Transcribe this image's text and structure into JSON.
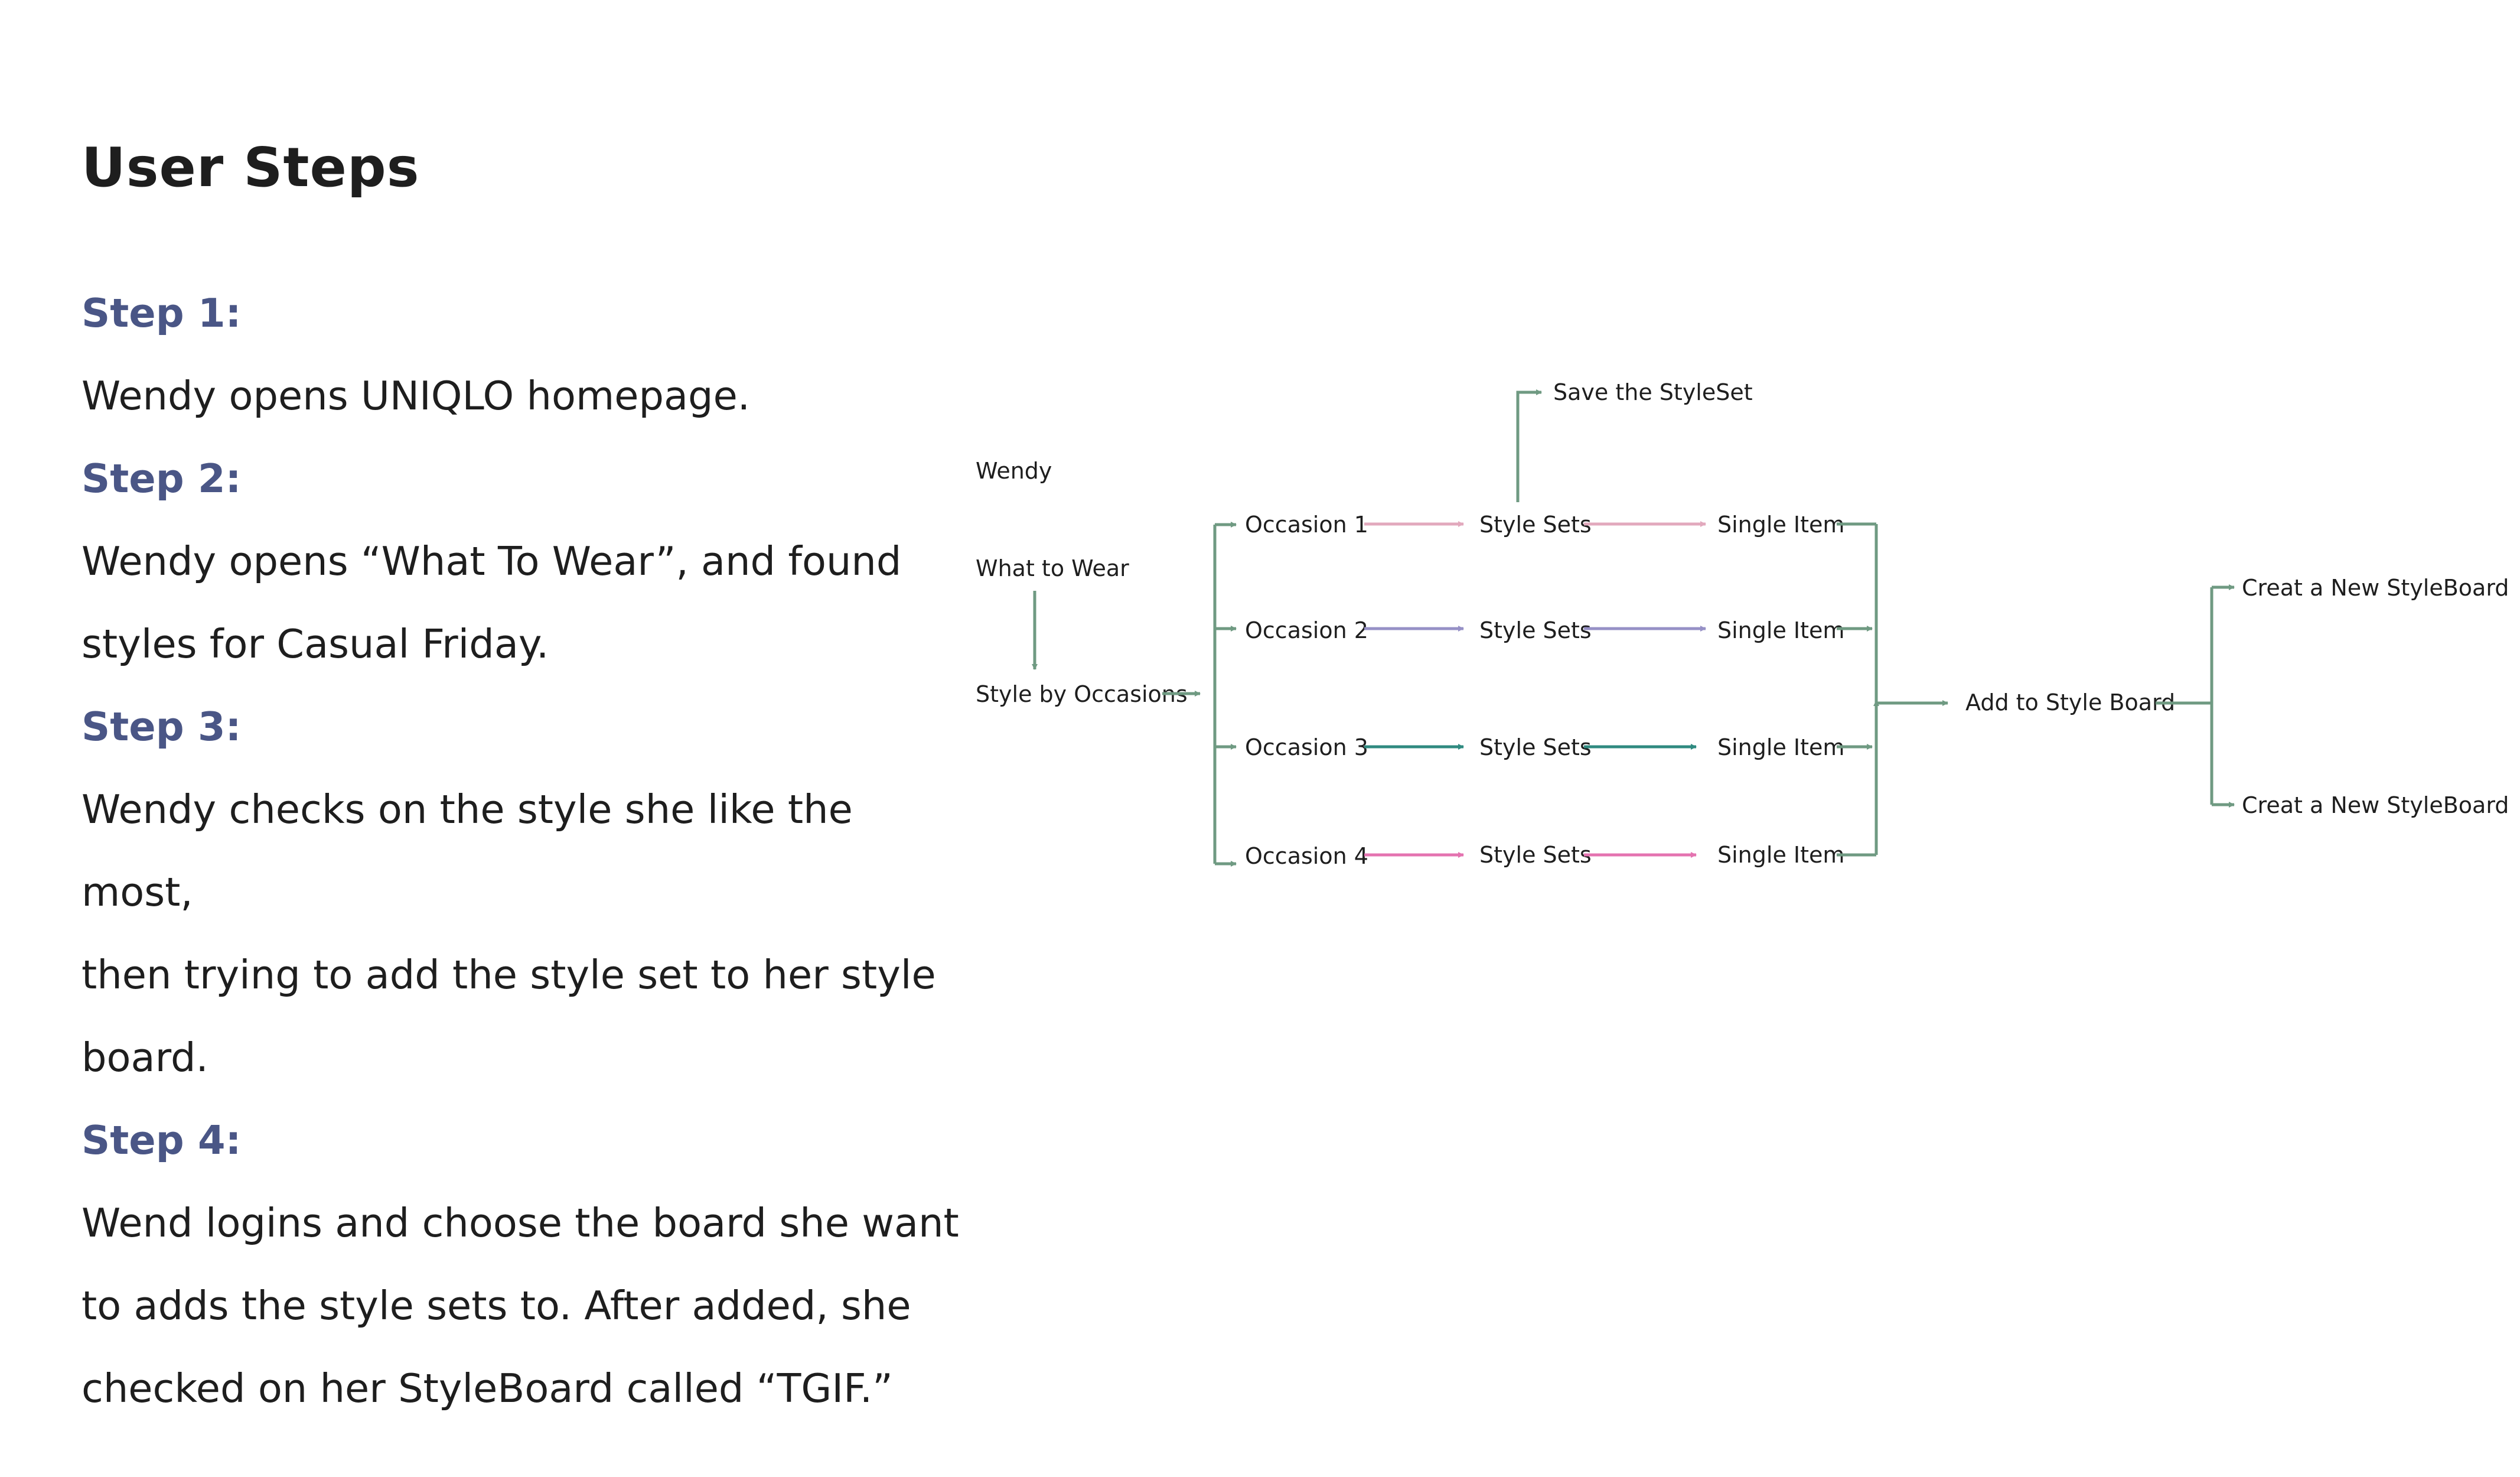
{
  "page": {
    "title": "User Steps"
  },
  "steps": [
    {
      "heading": "Step 1:",
      "lines": [
        "Wendy opens UNIQLO homepage."
      ]
    },
    {
      "heading": "Step 2:",
      "lines": [
        "Wendy opens “What To Wear”, and found",
        "styles for Casual Friday."
      ]
    },
    {
      "heading": "Step 3:",
      "lines": [
        "Wendy checks on the style she like the most,",
        "then trying to add the style set to her style",
        "board."
      ]
    },
    {
      "heading": "Step 4:",
      "lines": [
        "Wend logins and choose the board she want",
        "to adds the style sets to. After added, she",
        "checked on her StyleBoard called “TGIF.”"
      ]
    }
  ],
  "diagram": {
    "colors": {
      "main": "#6f9a82",
      "occasion1": "#e2a9bd",
      "occasion2": "#9690c6",
      "occasion3": "#2f8a80",
      "occasion4": "#e473b0",
      "heading": "#4a5686"
    },
    "nodes": {
      "wendy": "Wendy",
      "what_to_wear": "What to Wear",
      "style_by_occasions": "Style by Occasions",
      "save_styleset": "Save the StyleSet",
      "add_to_board": "Add to Style Board",
      "new_board_1": "Creat a New StyleBoard",
      "new_board_2": "Creat a New StyleBoard"
    },
    "rows": [
      {
        "occasion": "Occasion 1",
        "style_sets": "Style Sets",
        "single_item": "Single Item"
      },
      {
        "occasion": "Occasion 2",
        "style_sets": "Style Sets",
        "single_item": "Single Item"
      },
      {
        "occasion": "Occasion 3",
        "style_sets": "Style Sets",
        "single_item": "Single Item"
      },
      {
        "occasion": "Occasion 4",
        "style_sets": "Style Sets",
        "single_item": "Single Item"
      }
    ]
  }
}
